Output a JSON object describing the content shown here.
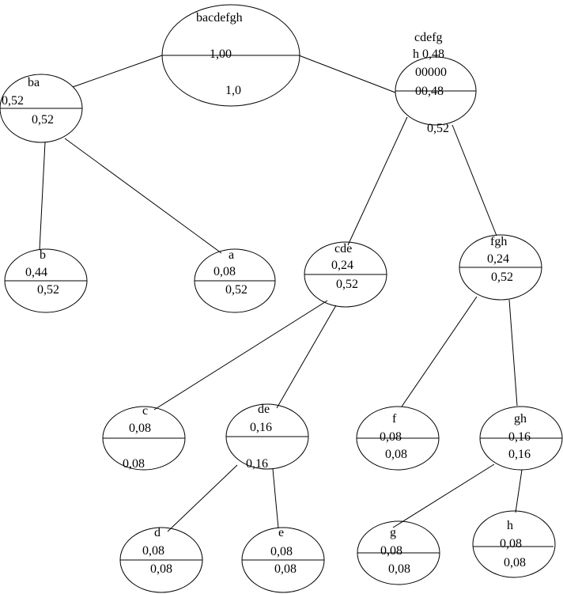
{
  "nodes": {
    "root": {
      "name": "bacdefgh",
      "top": "1,00",
      "bottom": "1,0"
    },
    "cdefgh": {
      "name1": "cdefg",
      "name2": "h 0,48",
      "mid1": "00000",
      "mid2": "00,48",
      "bottom": "0,52"
    },
    "ba": {
      "name": "ba",
      "top": "0,52",
      "bottom": "0,52"
    },
    "b": {
      "name": "b",
      "top": "0,44",
      "bottom": "0,52"
    },
    "a": {
      "name": "a",
      "top": "0,08",
      "bottom": "0,52"
    },
    "cde": {
      "name": "cde",
      "top": "0,24",
      "bottom": "0,52"
    },
    "fgh": {
      "name": "fgh",
      "top": "0,24",
      "bottom": "0,52"
    },
    "c": {
      "name": "c",
      "top": "0,08",
      "bottom": "0,08"
    },
    "de": {
      "name": "de",
      "top": "0,16",
      "bottom": "0,16"
    },
    "f": {
      "name": "f",
      "top": "0,08",
      "bottom": "0,08"
    },
    "gh": {
      "name": "gh",
      "top": "0,16",
      "bottom": "0,16"
    },
    "d": {
      "name": "d",
      "top": "0,08",
      "bottom": "0,08"
    },
    "e": {
      "name": "e",
      "top": "0,08",
      "bottom": "0,08"
    },
    "g": {
      "name": "g",
      "top": "0,08",
      "bottom": "0,08"
    },
    "h": {
      "name": "h",
      "top": "0,08",
      "bottom": "0,08"
    }
  },
  "colors": {
    "stroke": "#000000",
    "background": "#ffffff"
  }
}
